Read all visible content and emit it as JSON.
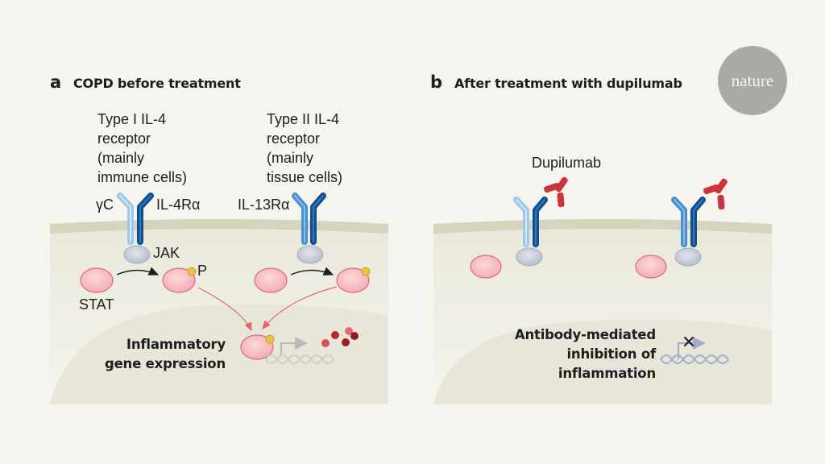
{
  "panel_a": {
    "letter": "a",
    "title": "COPD before treatment",
    "type1_receptor_label": [
      "Type I IL-4",
      "receptor",
      "(mainly",
      "immune cells)"
    ],
    "type2_receptor_label": [
      "Type II IL-4",
      "receptor",
      "(mainly",
      "tissue cells)"
    ],
    "gamma_c_label": "γC",
    "il4ra_label": "IL-4Rα",
    "il13ra_label": "IL-13Rα",
    "jak_label": "JAK",
    "p_label": "P",
    "stat_label": "STAT",
    "nucleus_label": [
      "Inflammatory",
      "gene expression"
    ]
  },
  "panel_b": {
    "letter": "b",
    "title": "After treatment with dupilumab",
    "drug_label": "Dupilumab",
    "nucleus_label": [
      "Antibody-mediated",
      "inhibition of",
      "inflammation"
    ]
  },
  "logo": {
    "text": "nature"
  },
  "colors": {
    "background": "#f5f4ee",
    "cytoplasm": "#efeee3",
    "membrane": "#d6d4bd",
    "nucleus": "#e8e6d8",
    "receptor_light": "#9cc8ea",
    "receptor_mid": "#4a8fcf",
    "receptor_dark": "#0f4e91",
    "jak": "#c5cad8",
    "stat": "#f4b6bb",
    "stat_border": "#e06a72",
    "phosphate": "#e8c340",
    "antibody": "#c8363b",
    "arrow_red": "#e0686c",
    "dna": "#cfcfcb",
    "dna_blocked": "#a7b1cc"
  }
}
